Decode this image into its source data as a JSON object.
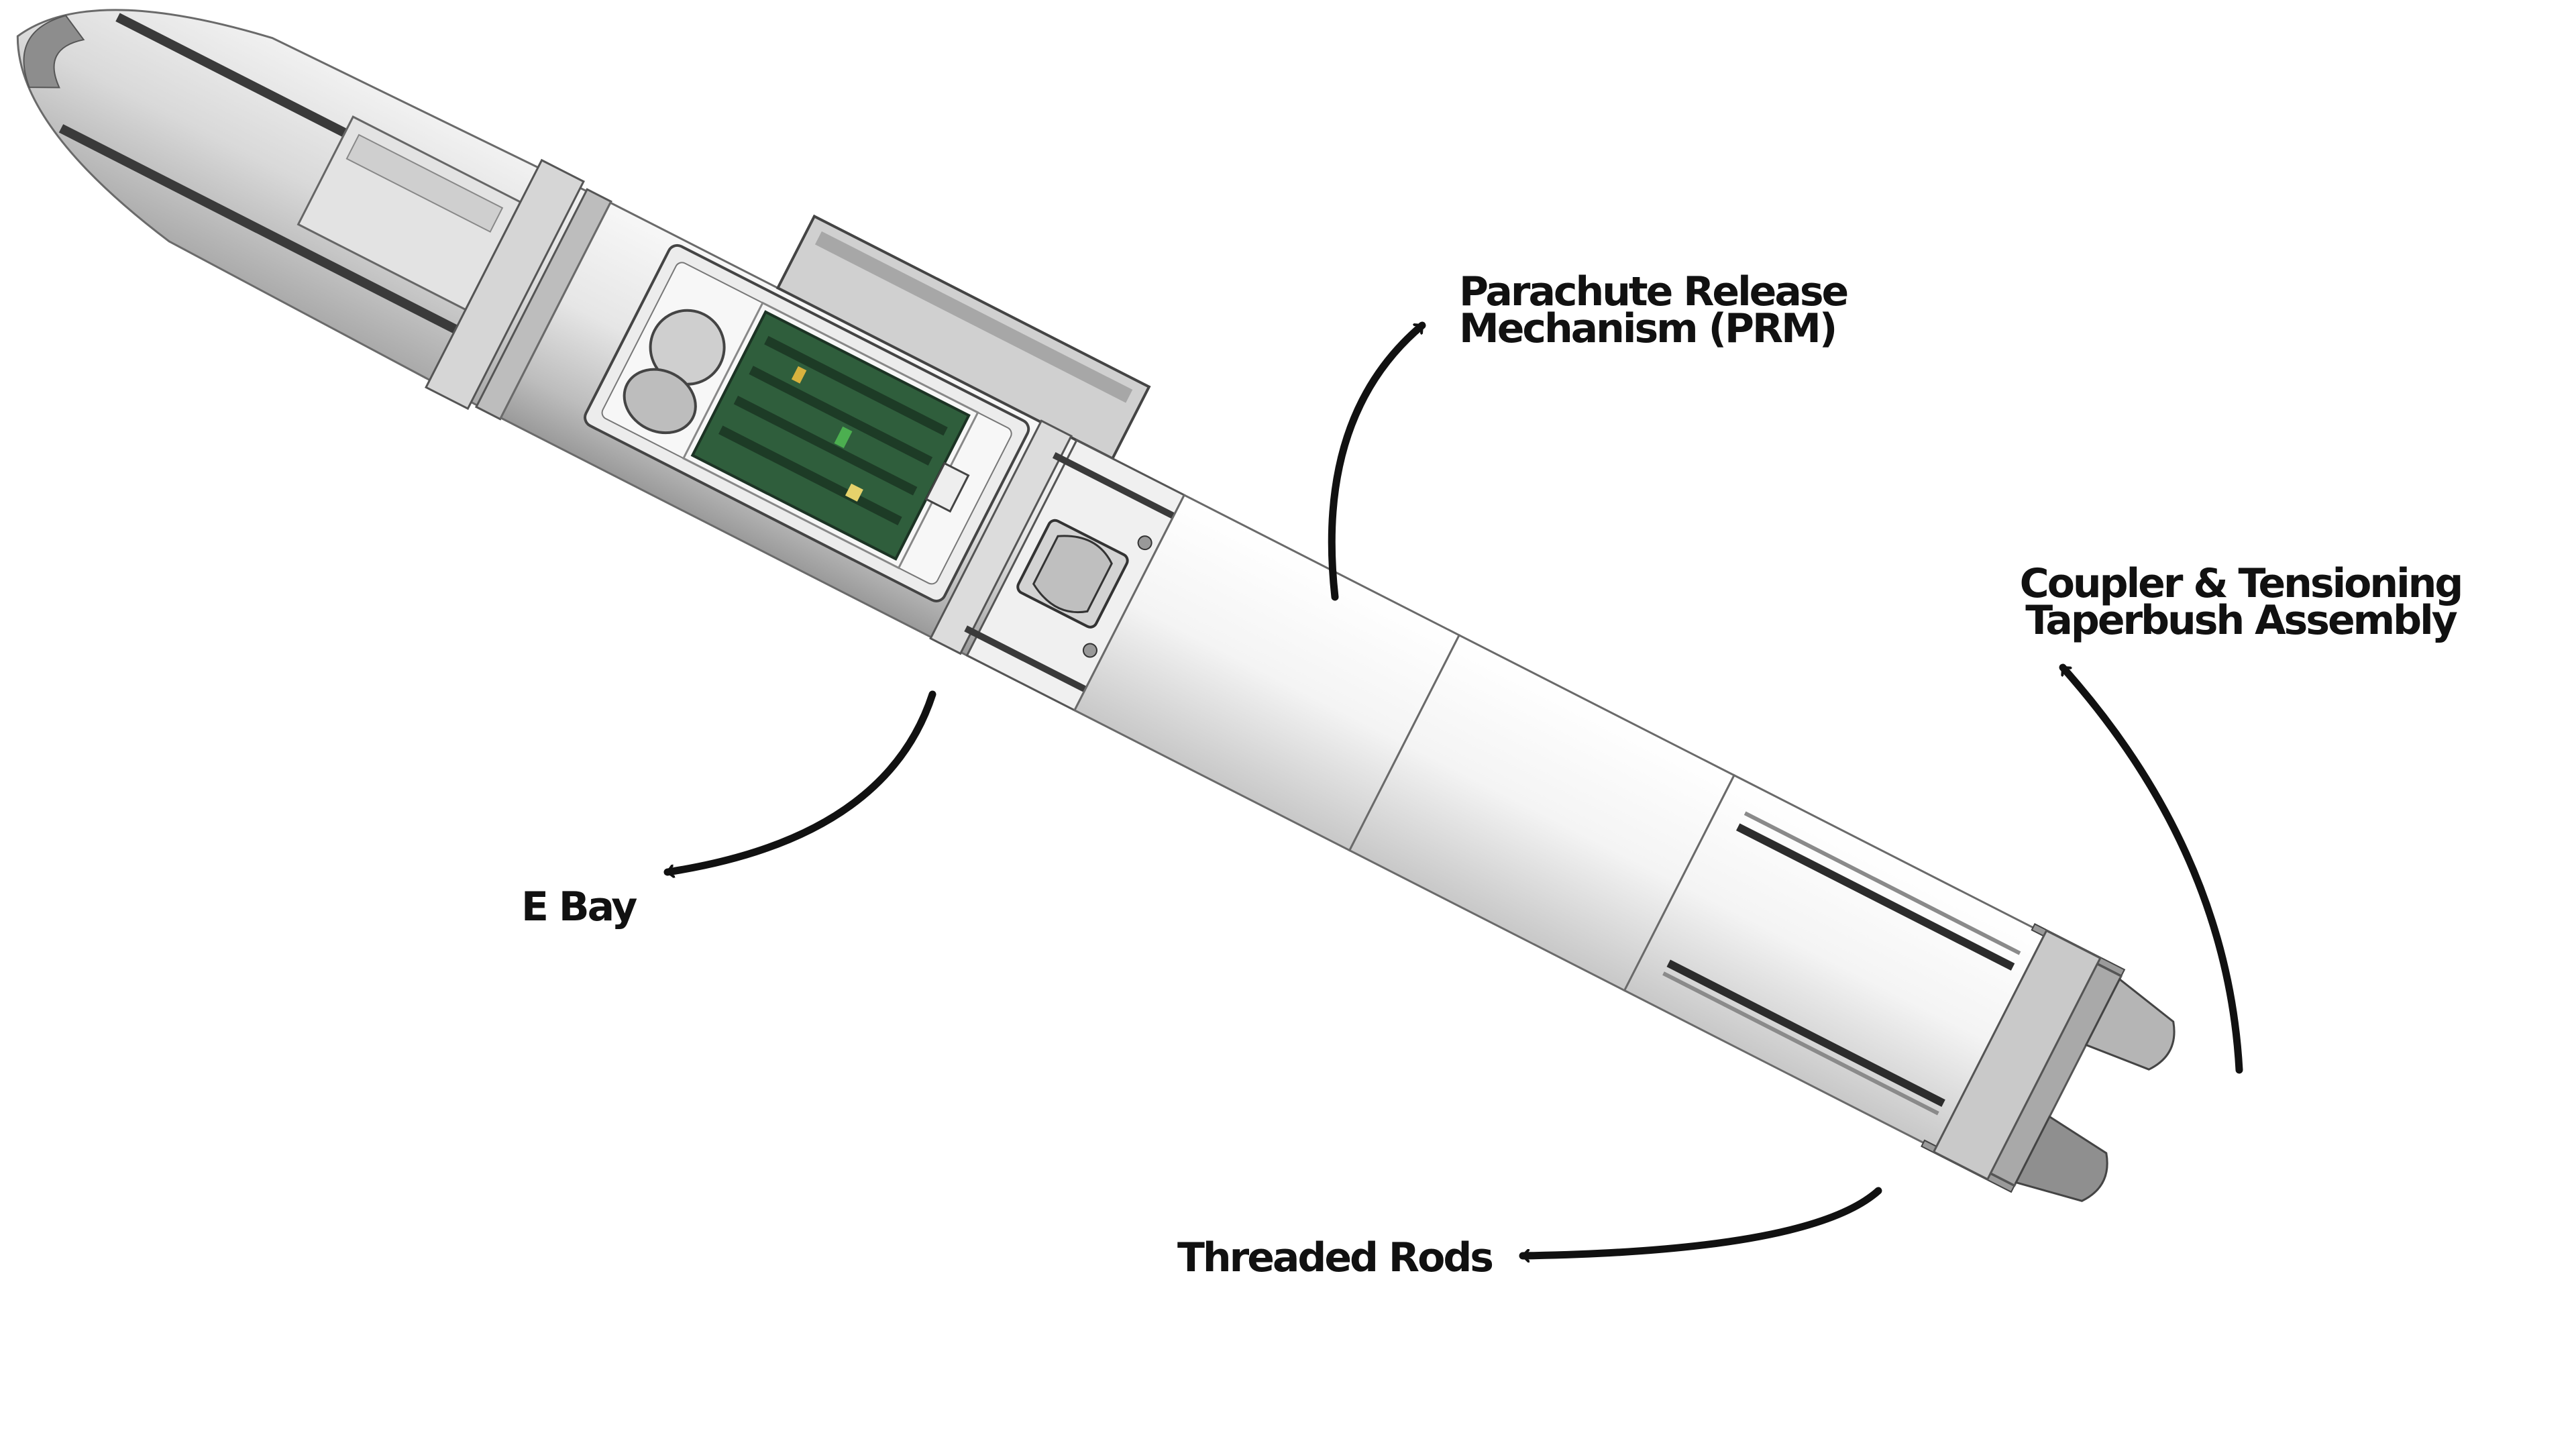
{
  "colors": {
    "body_light": "#f4f4f4",
    "body_mid": "#cfcfcf",
    "body_dark": "#8f8f8f",
    "outline": "#555555",
    "pcb_green": "#2f5e3c",
    "arrow": "#111111",
    "text": "#111111"
  },
  "labels": {
    "prm_line1": "Parachute Release",
    "prm_line2": "Mechanism (PRM)",
    "coupler_line1": "Coupler & Tensioning",
    "coupler_line2": "Taperbush Assembly",
    "ebay": "E Bay",
    "rods": "Threaded Rods"
  }
}
